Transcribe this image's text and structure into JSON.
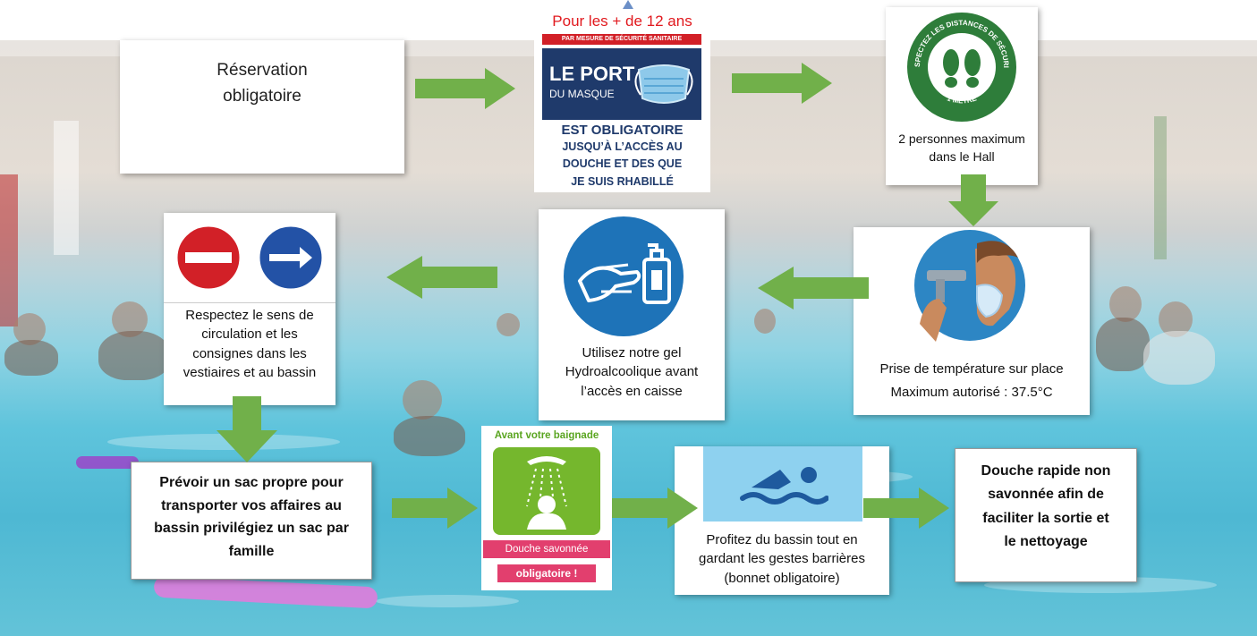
{
  "steps": {
    "reservation": {
      "text_line1": "Réservation",
      "text_line2": "obligatoire"
    },
    "mask": {
      "age_note": "Pour les + de 12 ans",
      "banner": "PAR MESURE DE SÉCURITÉ SANITAIRE",
      "title_line1": "LE PORT",
      "title_line2": "DU MASQUE",
      "line1": "EST OBLIGATOIRE",
      "line2": "JUSQU’À L’ACCÈS AU",
      "line3": "DOUCHE ET DES QUE",
      "line4": "JE SUIS RHABILLÉ"
    },
    "distances": {
      "badge_top": "RESPECTEZ LES DISTANCES DE SÉCURITÉ",
      "badge_bottom": "1 MÈTRE",
      "caption_line1": "2 personnes maximum",
      "caption_line2": "dans le Hall"
    },
    "temperature": {
      "caption_line1": "Prise de température sur place",
      "caption_line2": "Maximum autorisé :  37.5°C"
    },
    "gel": {
      "caption_line1": "Utilisez notre gel",
      "caption_line2": "Hydroalcoolique avant",
      "caption_line3": "l’accès en caisse"
    },
    "circulation": {
      "caption_line1": "Respectez le sens de",
      "caption_line2": "circulation et les",
      "caption_line3": "consignes dans les",
      "caption_line4": "vestiaires et au bassin"
    },
    "bag": {
      "line1": "Prévoir un sac propre pour",
      "line2": "transporter vos affaires au",
      "line3": "bassin privilégiez un sac par",
      "line4": "famille"
    },
    "shower": {
      "header": "Avant votre baignade",
      "label1": "Douche savonnée",
      "label2": "obligatoire !"
    },
    "swim": {
      "caption_line1": "Profitez du bassin tout en",
      "caption_line2": "gardant les gestes barrières",
      "caption_line3": "(bonnet obligatoire)"
    },
    "final_shower": {
      "line1": "Douche rapide non",
      "line2": "savonnée afin de",
      "line3": "faciliter la sortie et",
      "line4": "le nettoyage"
    }
  },
  "colors": {
    "arrow_green": "#71b04a",
    "mask_navy": "#1f3a6b",
    "sign_red": "#d22027",
    "sign_blue": "#2352a6",
    "gel_blue": "#1e73b8",
    "shower_green": "#75b72d",
    "shower_pink": "#e23f6e",
    "swim_bg": "#8ed1ef"
  }
}
